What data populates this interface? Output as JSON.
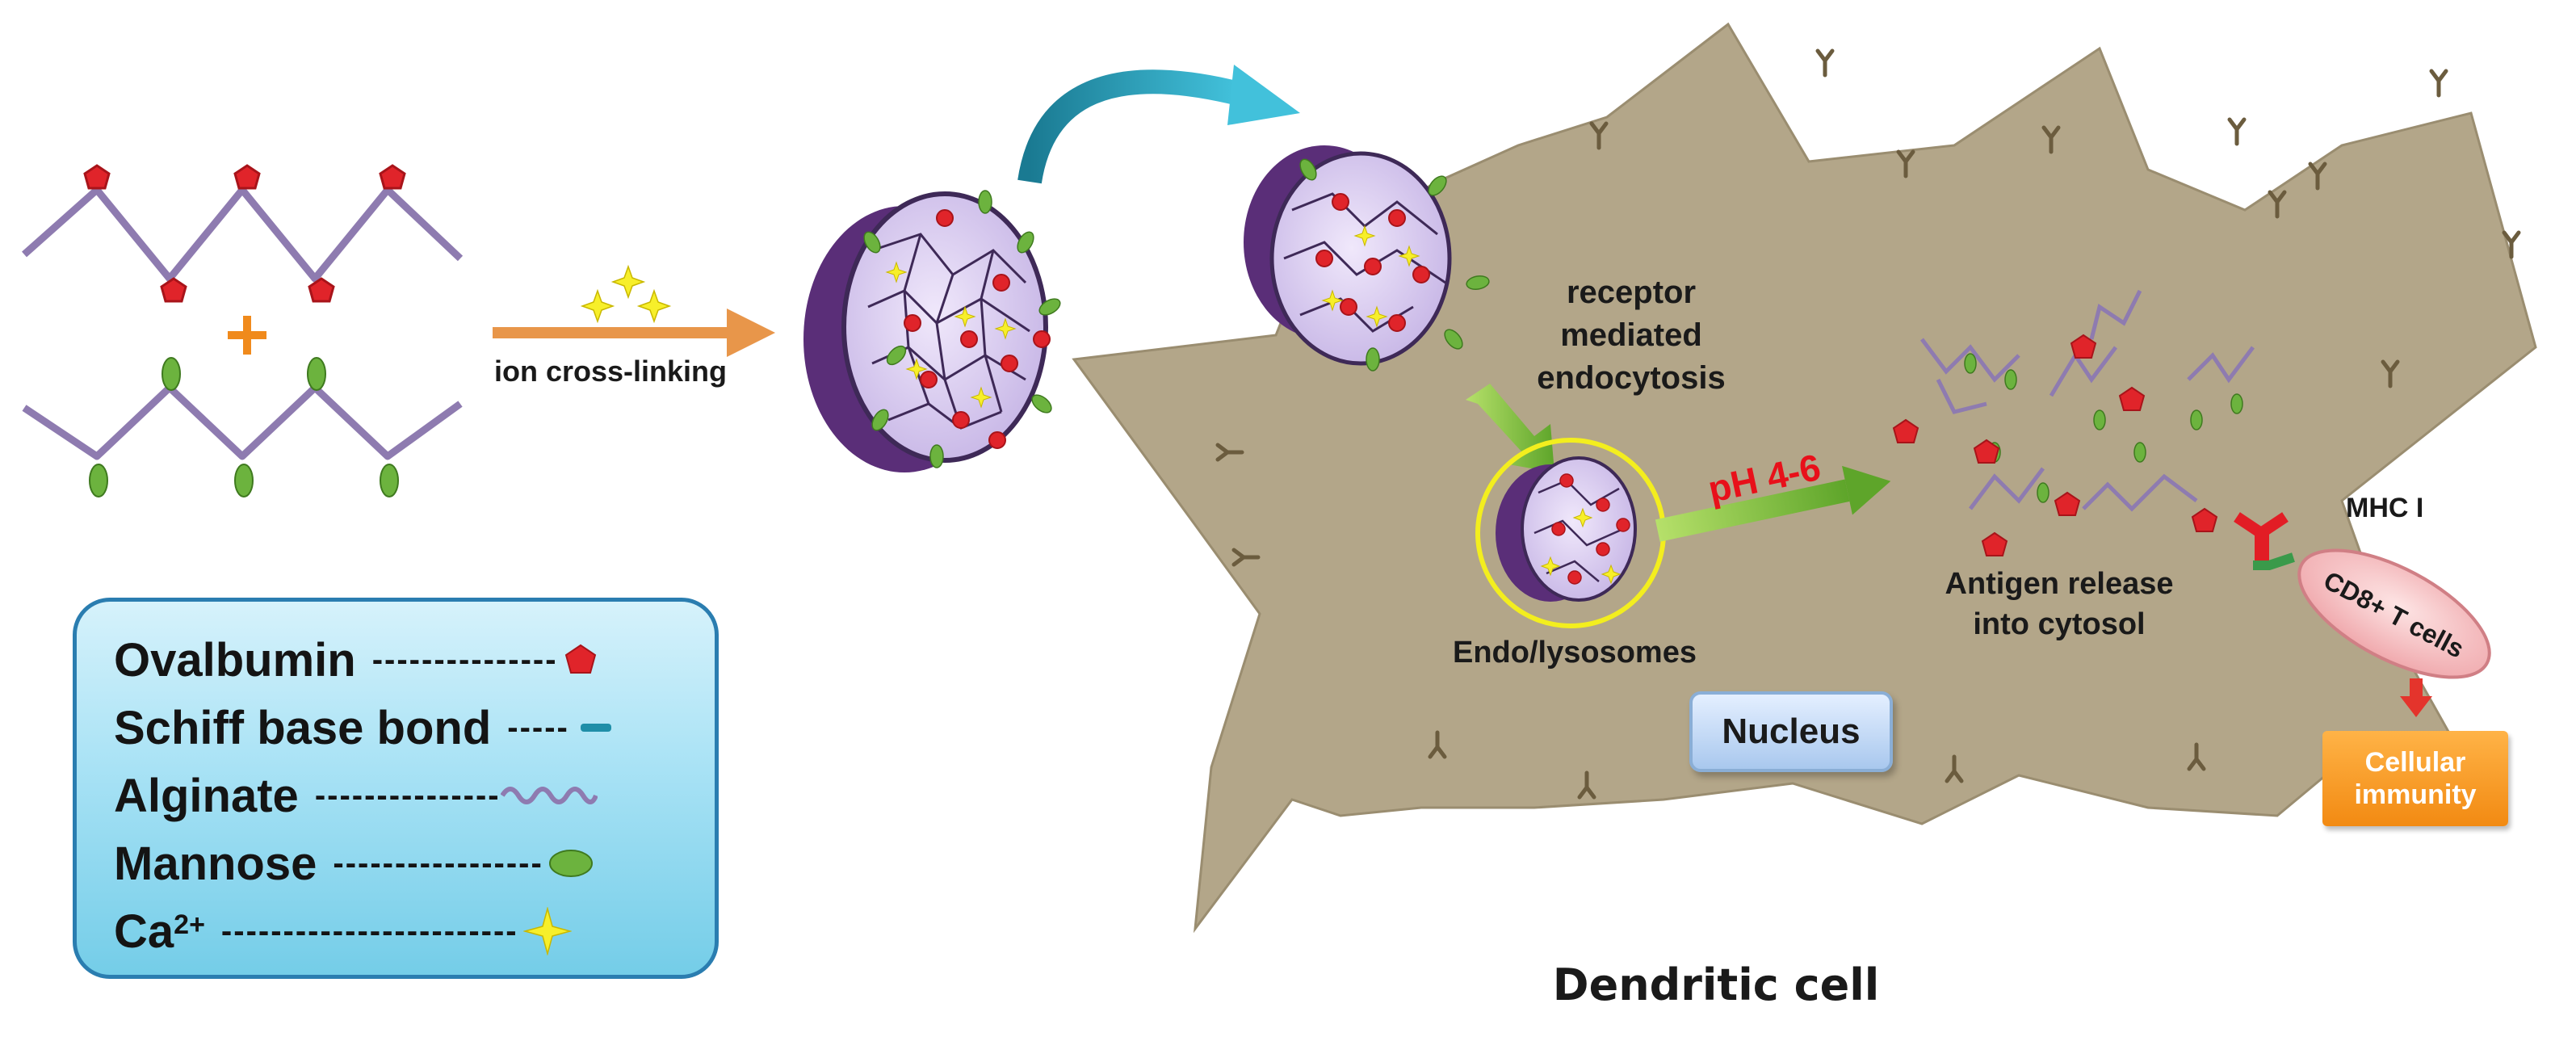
{
  "labels": {
    "ion_crosslinking": "ion cross-linking",
    "receptor_line1": "receptor",
    "receptor_line2": "mediated",
    "receptor_line3": "endocytosis",
    "ph": "pH 4-6",
    "endo": "Endo/lysosomes",
    "antigen_line1": "Antigen release",
    "antigen_line2": "into cytosol",
    "mhc": "MHC I",
    "cd8": "CD8+ T cells",
    "nucleus": "Nucleus",
    "immunity_line1": "Cellular",
    "immunity_line2": "immunity",
    "cell": "Dendritic cell"
  },
  "legend": [
    {
      "name": "Ovalbumin",
      "dashes": "---------------",
      "symbol": "ovalbumin-marker"
    },
    {
      "name": "Schiff base bond",
      "dashes": "-----",
      "symbol": "schiff-base-marker"
    },
    {
      "name": "Alginate",
      "dashes": "---------------",
      "symbol": "alginate-marker"
    },
    {
      "name": "Mannose",
      "dashes": "-----------------",
      "symbol": "mannose-marker"
    },
    {
      "name": "Ca",
      "sup": "2+",
      "dashes": "------------------------",
      "symbol": "calcium-marker"
    }
  ],
  "colors": {
    "cell": "#b5a88a",
    "ovalbumin": "#e0242a",
    "mannose": "#6cb33e",
    "alginate": "#8e7bb0",
    "calcium": "#f7ef2a",
    "arrow_orange": "#e8964a",
    "arrow_teal": "#2a9bb5",
    "arrow_green": "#7cc43a",
    "ph_text": "#e8101a",
    "legend_bg": "#a8e2f5",
    "nucleus_bg": "#a9c8ee",
    "immunity_bg": "#f28a12"
  }
}
